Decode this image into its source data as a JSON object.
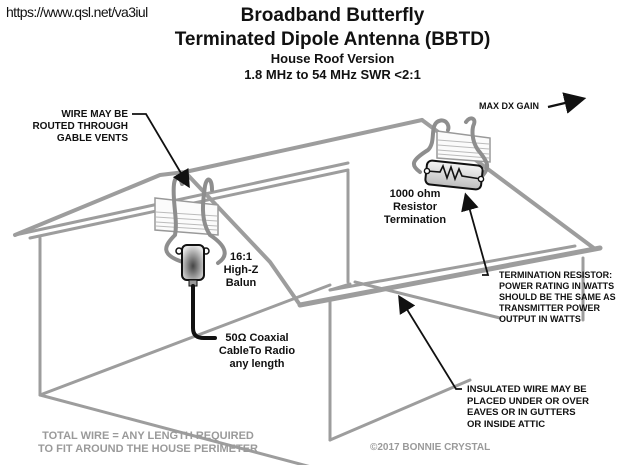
{
  "header": {
    "url": "https://www.qsl.net/va3iul",
    "title_line1": "Broadband Butterfly",
    "title_line2": "Terminated Dipole Antenna (BBTD)",
    "subtitle": "House Roof Version",
    "spec": "1.8 MHz to 54 MHz SWR <2:1"
  },
  "labels": {
    "gable_vents": [
      "WIRE MAY BE",
      "ROUTED THROUGH",
      "GABLE VENTS"
    ],
    "max_dx": "MAX DX GAIN",
    "resistor": [
      "1000 ohm",
      "Resistor",
      "Termination"
    ],
    "balun": [
      "16:1",
      "High-Z",
      "Balun"
    ],
    "coax": [
      "50Ω Coaxial",
      "CableTo Radio",
      "any length"
    ],
    "termination_note": [
      "TERMINATION RESISTOR:",
      "POWER RATING IN WATTS",
      "SHOULD BE THE SAME AS",
      "TRANSMITTER POWER",
      "OUTPUT IN WATTS"
    ],
    "wire_note": [
      "INSULATED WIRE MAY BE",
      "PLACED UNDER OR OVER",
      "EAVES OR IN GUTTERS",
      "OR INSIDE ATTIC"
    ],
    "total_wire": [
      "TOTAL WIRE = ANY LENGTH REQUIRED",
      "TO FIT AROUND THE HOUSE PERIMETER"
    ],
    "copyright": "©2017 BONNIE CRYSTAL"
  },
  "colors": {
    "house_line": "#9a9a9a",
    "wire": "#8a8a8a",
    "text": "#111111",
    "muted_text": "#9a9a9a"
  }
}
